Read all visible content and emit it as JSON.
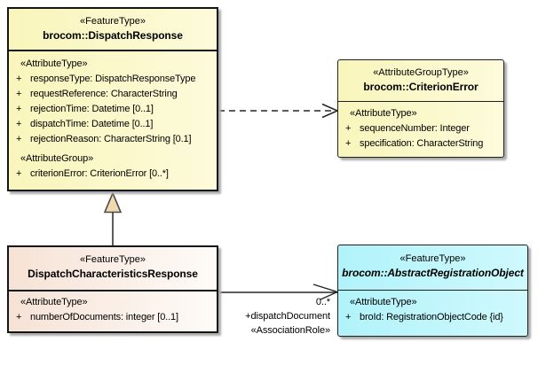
{
  "diagram": {
    "background": "#FFFFFF",
    "colors": {
      "class_yellow": "#F9F5BC",
      "class_pink": "#F6E2D5",
      "class_cyan": "#B0F3FA",
      "generalization_triangle_fill": "#F0D9AE",
      "border": "#141414",
      "shadow": "#ABABAB"
    }
  },
  "classes": {
    "dispatchResponse": {
      "stereotype": "«FeatureType»",
      "name": "brocom::DispatchResponse",
      "attrSection": "«AttributeType»",
      "attrs": [
        {
          "vis": "+",
          "text": "responseType: DispatchResponseType"
        },
        {
          "vis": "+",
          "text": "requestReference: CharacterString"
        },
        {
          "vis": "+",
          "text": "rejectionTime: Datetime [0..1]"
        },
        {
          "vis": "+",
          "text": "dispatchTime: Datetime [0..1]"
        },
        {
          "vis": "+",
          "text": "rejectionReason: CharacterString [0.1]"
        }
      ],
      "groupSection": "«AttributeGroup»",
      "groupAttrs": [
        {
          "vis": "+",
          "text": "criterionError: CriterionError [0..*]"
        }
      ]
    },
    "criterionError": {
      "stereotype": "«AttributeGroupType»",
      "name": "brocom::CriterionError",
      "attrSection": "«AttributeType»",
      "attrs": [
        {
          "vis": "+",
          "text": "sequenceNumber: Integer"
        },
        {
          "vis": "+",
          "text": "specification: CharacterString"
        }
      ]
    },
    "dispatchCharacteristicsResponse": {
      "stereotype": "«FeatureType»",
      "name": "DispatchCharacteristicsResponse",
      "attrSection": "«AttributeType»",
      "attrs": [
        {
          "vis": "+",
          "text": "numberOfDocuments: integer [0..1]"
        }
      ]
    },
    "abstractRegistrationObject": {
      "stereotype": "«FeatureType»",
      "name": "brocom::AbstractRegistrationObject",
      "attrSection": "«AttributeType»",
      "attrs": [
        {
          "vis": "+",
          "text": "broId: RegistrationObjectCode {id}"
        }
      ]
    }
  },
  "edges": {
    "dependency": {
      "from": "brocom::DispatchResponse",
      "to": "brocom::CriterionError",
      "style": "dashed-open-arrow"
    },
    "generalization": {
      "from": "DispatchCharacteristicsResponse",
      "to": "brocom::DispatchResponse",
      "style": "solid-triangle"
    },
    "association": {
      "from": "DispatchCharacteristicsResponse",
      "to": "brocom::AbstractRegistrationObject",
      "multiplicity": "0..*",
      "role": "+dispatchDocument",
      "stereotype": "«AssociationRole»"
    }
  }
}
